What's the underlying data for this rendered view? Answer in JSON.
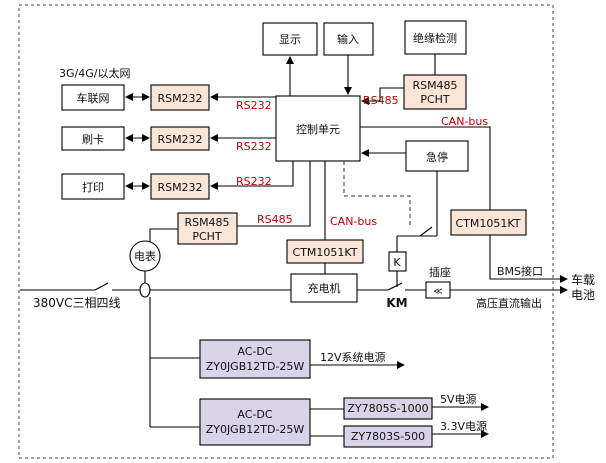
{
  "labels": {
    "display": "显示",
    "input": "输入",
    "insulation": "绝缘检测",
    "network_type": "3G/4G/以太网",
    "telematics": "车联网",
    "card": "刷卡",
    "printer": "打印",
    "rsm232": "RSM232",
    "rsm485_top": "RSM485",
    "pcht_top": "PCHT",
    "rsm485_left": "RSM485",
    "pcht_left": "PCHT",
    "rs232": "RS232",
    "rs485": "RS485",
    "control_unit": "控制单元",
    "estop": "急停",
    "can_bus": "CAN-bus",
    "ctm": "CTM1051KT",
    "meter": "电表",
    "charger": "充电机",
    "k": "K",
    "km": "KM",
    "socket": "插座",
    "bms": "BMS接口",
    "vehicle_battery_1": "车载",
    "vehicle_battery_2": "电池",
    "hv_output": "高压直流输出",
    "ac_input": "380VC三相四线",
    "acdc": "AC-DC",
    "acdc_model": "ZY0JGB12TD-25W",
    "psu_12v": "12V系统电源",
    "reg_5v": "ZY7805S-1000",
    "out_5v": "5V电源",
    "reg_33v": "ZY7803S-500",
    "out_33v": "3.3V电源"
  },
  "colors": {
    "signal_label": "#c00000",
    "module_fill": "#fbe5d6",
    "psu_fill": "#d9d3ea"
  }
}
